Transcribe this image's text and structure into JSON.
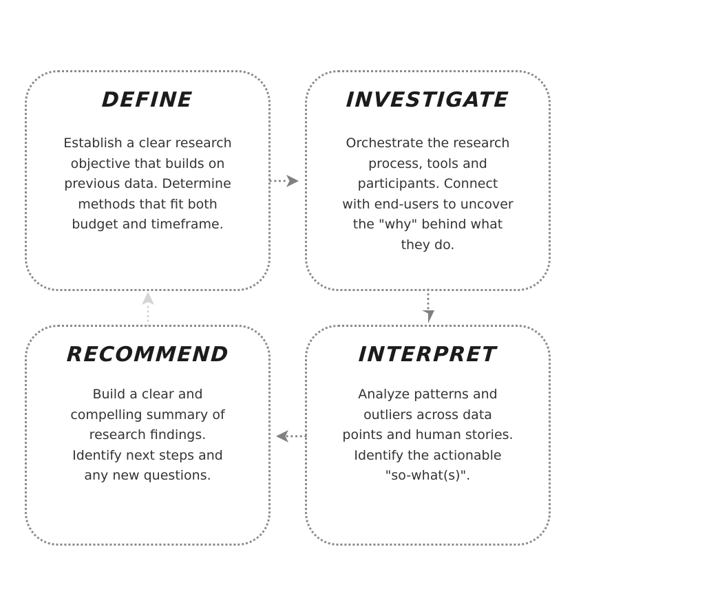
{
  "diagram": {
    "title_hidden": "",
    "background_color": "#ffffff",
    "box_border_color": "#8a8a8a",
    "title_color": "#1c1c1c",
    "body_color": "#333333",
    "arrow_color": "#808080",
    "arrow_muted_color": "#d5d5d5",
    "nodes": [
      {
        "id": "define",
        "title": "DEFINE",
        "body": "Establish a clear research objective that builds on previous data. Determine methods that fit both budget and timeframe."
      },
      {
        "id": "investigate",
        "title": "INVESTIGATE",
        "body": "Orchestrate the research process, tools and participants. Connect with end-users to uncover the \"why\" behind what they do."
      },
      {
        "id": "recommend",
        "title": "RECOMMEND",
        "body": "Build a clear and compelling summary of research findings. Identify next steps and any new questions."
      },
      {
        "id": "interpret",
        "title": "INTERPRET",
        "body": "Analyze patterns and outliers across data points and human stories. Identify the actionable \"so-what(s)\"."
      }
    ],
    "connectors": [
      {
        "id": "define-to-investigate",
        "from": "define",
        "to": "investigate",
        "direction": "right",
        "style": "dotted",
        "color": "#808080"
      },
      {
        "id": "investigate-to-interpret",
        "from": "investigate",
        "to": "interpret",
        "direction": "down",
        "style": "dotted",
        "color": "#808080"
      },
      {
        "id": "interpret-to-recommend",
        "from": "interpret",
        "to": "recommend",
        "direction": "left",
        "style": "dotted",
        "color": "#808080"
      },
      {
        "id": "recommend-to-define",
        "from": "recommend",
        "to": "define",
        "direction": "up",
        "style": "dotted",
        "color": "#d5d5d5"
      }
    ]
  }
}
